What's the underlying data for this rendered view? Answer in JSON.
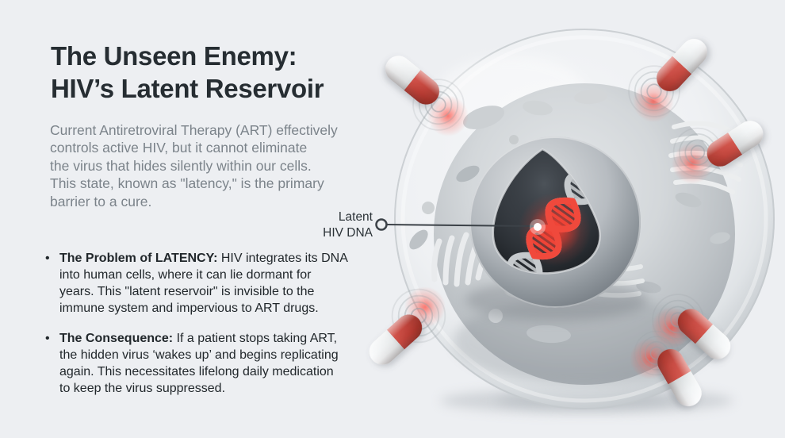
{
  "content": {
    "title": "The Unseen Enemy:\nHIV’s Latent Reservoir",
    "intro": "Current Antiretroviral Therapy (ART) effectively\ncontrols active HIV, but it cannot eliminate\nthe virus that hides silently within our cells.\nThis state, known as \"latency,\" is the primary\nbarrier to a cure.",
    "bullets": [
      {
        "marker": "•",
        "lead": "The Problem of LATENCY:",
        "text": " HIV integrates its DNA\ninto human cells, where it can lie dormant for\nyears. This \"latent reservoir\" is invisible to the\nimmune system and impervious to ART drugs."
      },
      {
        "marker": "•",
        "lead": "The Consequence:",
        "text": " If a patient stops taking ART,\nthe hidden virus ‘wakes up’ and begins replicating\nagain. This necessitates lifelong daily medication\nto keep the virus suppressed."
      }
    ]
  },
  "callout": {
    "label": "Latent\nHIV DNA"
  },
  "illustration": {
    "icons": [
      "cell-icon",
      "nucleus-icon",
      "dna-helix-icon",
      "pill-capsule-icon",
      "ripple-impact-icon",
      "callout-marker-icon"
    ],
    "pill_count": 6,
    "colors": {
      "background": "#edeff2",
      "text_dark": "#262d32",
      "text_gray": "#7b838a",
      "accent_red": "#c8443b",
      "pill_white": "#f5f7f8",
      "cell_gray": "#c6cbcf",
      "dna_glow": "#ff3a2c",
      "leader_line": "#3c4248"
    }
  }
}
